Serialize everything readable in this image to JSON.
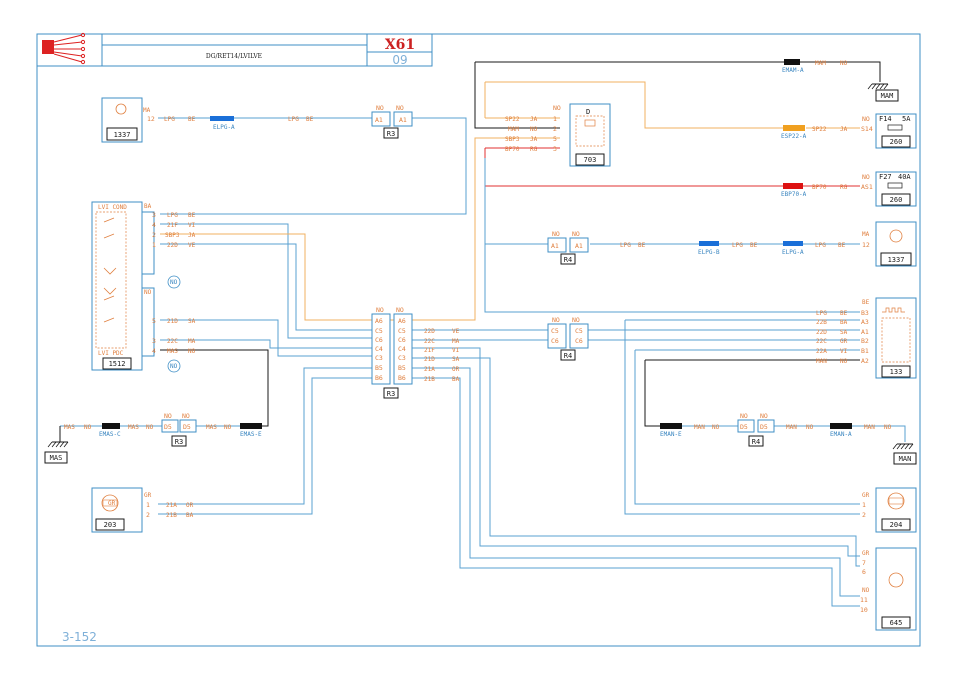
{
  "header": {
    "title": "X61",
    "page": "09",
    "subtitle": "DG/RET14/LVILVE",
    "sheet": "3-152"
  },
  "components": {
    "c1337a": "1337",
    "c1337b": "1337",
    "c1512": "1512",
    "c1512_top": "LVI COND",
    "c1512_bot": "LVI PDC",
    "c703": "703",
    "c703_top": "D",
    "c260a": "260",
    "c260a_fuse": "F14",
    "c260a_amp": "5A",
    "c260b": "260",
    "c260b_fuse": "F27",
    "c260b_amp": "40A",
    "c133": "133",
    "c203": "203",
    "c204": "204",
    "c645": "645",
    "ground_mam": "MAM",
    "ground_mas": "MAS",
    "ground_man": "MAN",
    "r3a": "R3",
    "r3b": "R3",
    "r3c": "R3",
    "r4a": "R4",
    "r4b": "R4",
    "r4c": "R4",
    "no_sym1": "NO",
    "no_sym2": "NO"
  },
  "labels": {
    "MA": "MA",
    "BA": "BA",
    "BE": "BE",
    "NO": "NO",
    "GR": "GR",
    "LPG": "LPG",
    "VI": "VI",
    "JA": "JA",
    "VE": "VE",
    "SA": "SA",
    "RG": "RG",
    "OR": "OR",
    "p12": "12",
    "p3": "3",
    "p4": "4",
    "p2": "2",
    "p1": "1",
    "p5": "5",
    "w21F": "21F",
    "SBP3": "SBP3",
    "w22D": "22D",
    "w21D": "21D",
    "w22C": "22C",
    "MAS": "MAS",
    "MAM": "MAM",
    "MAN": "MAN",
    "SP22": "SP22",
    "BP70": "BP70",
    "w22B": "22B",
    "w22A": "22A",
    "w21A": "21A",
    "w21B": "21B",
    "ELPG_A": "ELPG-A",
    "ELPG_A2": "ELPG-A",
    "ELPG_B": "ELPG-B",
    "EMAM_A": "EMAM-A",
    "ESP22_A": "ESP22-A",
    "EBP70_A": "EBP70-A",
    "EMAS_C": "EMAS-C",
    "EMAS_E": "EMAS-E",
    "EMAN_E": "EMAN-E",
    "EMAN_A": "EMAN-A",
    "A1": "A1",
    "A6": "A6",
    "C5": "C5",
    "C6": "C6",
    "C4": "C4",
    "C3": "C3",
    "B5": "B5",
    "B6": "B6",
    "D5": "D5",
    "S14": "S14",
    "AS1": "AS1",
    "B3": "B3",
    "A3": "A3",
    "B2": "B2",
    "B1": "B1",
    "A2": "A2",
    "p11": "11",
    "p10": "10",
    "p6": "6",
    "p7": "7"
  },
  "colors": {
    "blue": "#5aa0d0",
    "orange": "#f0b060",
    "red": "#e03030",
    "dark": "#1a1a1a",
    "connector_blue": "#1a6fd8",
    "connector_orange": "#f0a020",
    "connector_red": "#dd1111",
    "logo_red": "#dd2222"
  }
}
